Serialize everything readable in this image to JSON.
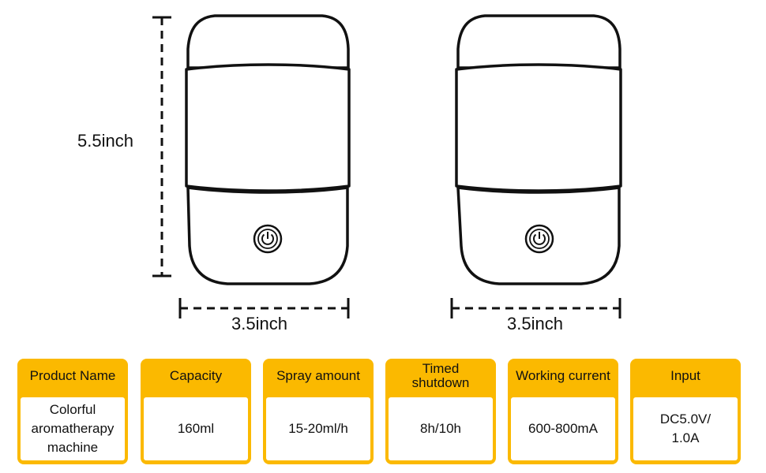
{
  "dimensions": {
    "height": "5.5inch",
    "width_left": "3.5inch",
    "width_right": "3.5inch"
  },
  "icons": {
    "power": "power-icon"
  },
  "colors": {
    "card_accent": "#fbb900",
    "outline": "#111111"
  },
  "specs": [
    {
      "label": "Product Name",
      "value": "Colorful aromatherapy machine"
    },
    {
      "label": "Capacity",
      "value": "160ml"
    },
    {
      "label": "Spray amount",
      "value": "15-20ml/h"
    },
    {
      "label": "Timed shutdown",
      "value": "8h/10h"
    },
    {
      "label": "Working current",
      "value": "600-800mA"
    },
    {
      "label": "Input",
      "value": "DC5.0V/ 1.0A"
    }
  ]
}
